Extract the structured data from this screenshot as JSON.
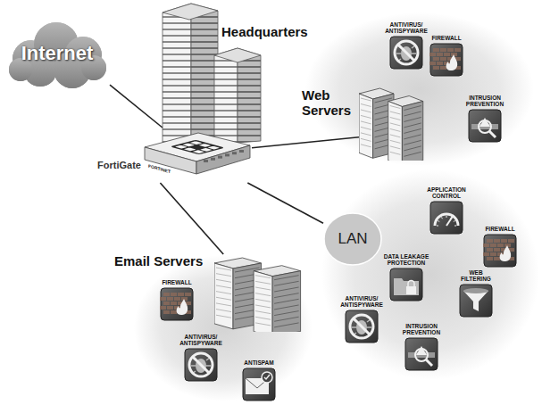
{
  "diagram": {
    "nodes": [
      {
        "text": [
          "Internet"
        ]
      },
      {
        "text": [
          "Headquarters"
        ]
      },
      {
        "text": [
          "ANTIVIRUS/ ANTISPYWARE"
        ]
      },
      {
        "text": [
          "FIREWALL"
        ]
      },
      {
        "text": [
          "Web Servers"
        ]
      },
      {
        "text": [
          "INTRUSION PREVENTION"
        ]
      },
      {
        "text": [
          "FortiGate"
        ]
      },
      {
        "text": [
          "APPLICATION CONTROL"
        ]
      },
      {
        "text": [
          "LAN"
        ]
      },
      {
        "text": [
          "FIREWALL"
        ]
      },
      {
        "text": [
          "Email Servers"
        ]
      },
      {
        "text": [
          "DATA LEAKAGE PROTECTION"
        ]
      },
      {
        "text": [
          "WEB FILTERING"
        ]
      },
      {
        "text": [
          "FIREWALL"
        ]
      },
      {
        "text": [
          "ANTIVIRUS/ ANTISPYWARE"
        ]
      },
      {
        "text": [
          "INTRUSION PREVENTION"
        ]
      },
      {
        "text": [
          "ANTIVIRUS/ ANTISPYWARE"
        ]
      },
      {
        "text": [
          "ANTISPAM"
        ]
      }
    ],
    "edges": [
      {
        "from": 0,
        "to": 6,
        "arrow": "none"
      },
      {
        "from": 6,
        "to": 4,
        "arrow": "none"
      },
      {
        "from": 6,
        "to": 8,
        "arrow": "none"
      },
      {
        "from": 6,
        "to": 10,
        "arrow": "none"
      }
    ],
    "labels": [
      "FORTINET"
    ]
  }
}
